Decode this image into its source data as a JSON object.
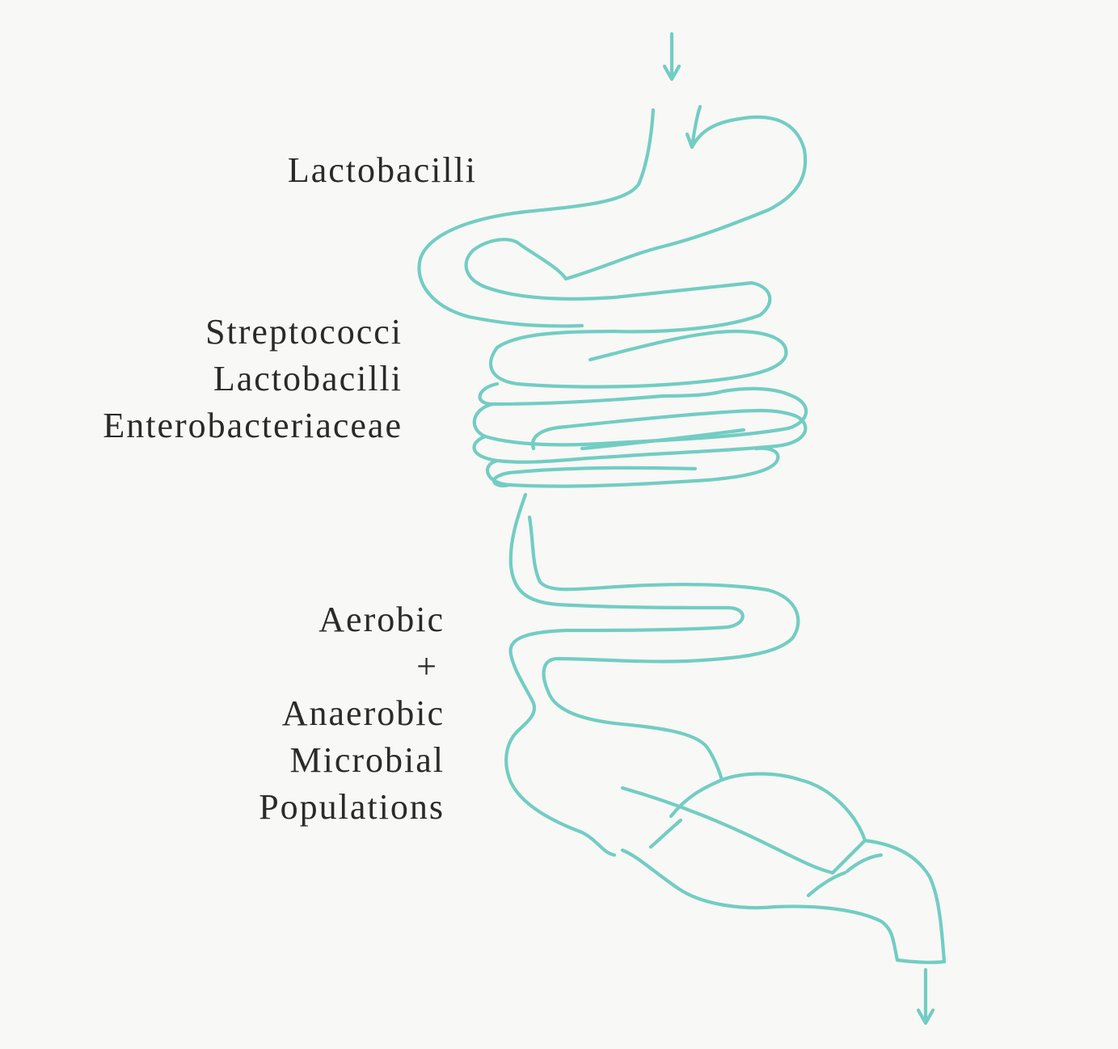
{
  "colors": {
    "background": "#f8f8f6",
    "tract": "#72cdc3",
    "text": "#2a2a2a"
  },
  "regions": {
    "stomach": {
      "lines": [
        "Lactobacilli"
      ]
    },
    "small_intestine": {
      "lines": [
        "Streptococci",
        "Lactobacilli",
        "Enterobacteriaceae"
      ]
    },
    "colon": {
      "lines": [
        "Aerobic",
        "+",
        "Anaerobic",
        "Microbial",
        "Populations"
      ]
    }
  }
}
